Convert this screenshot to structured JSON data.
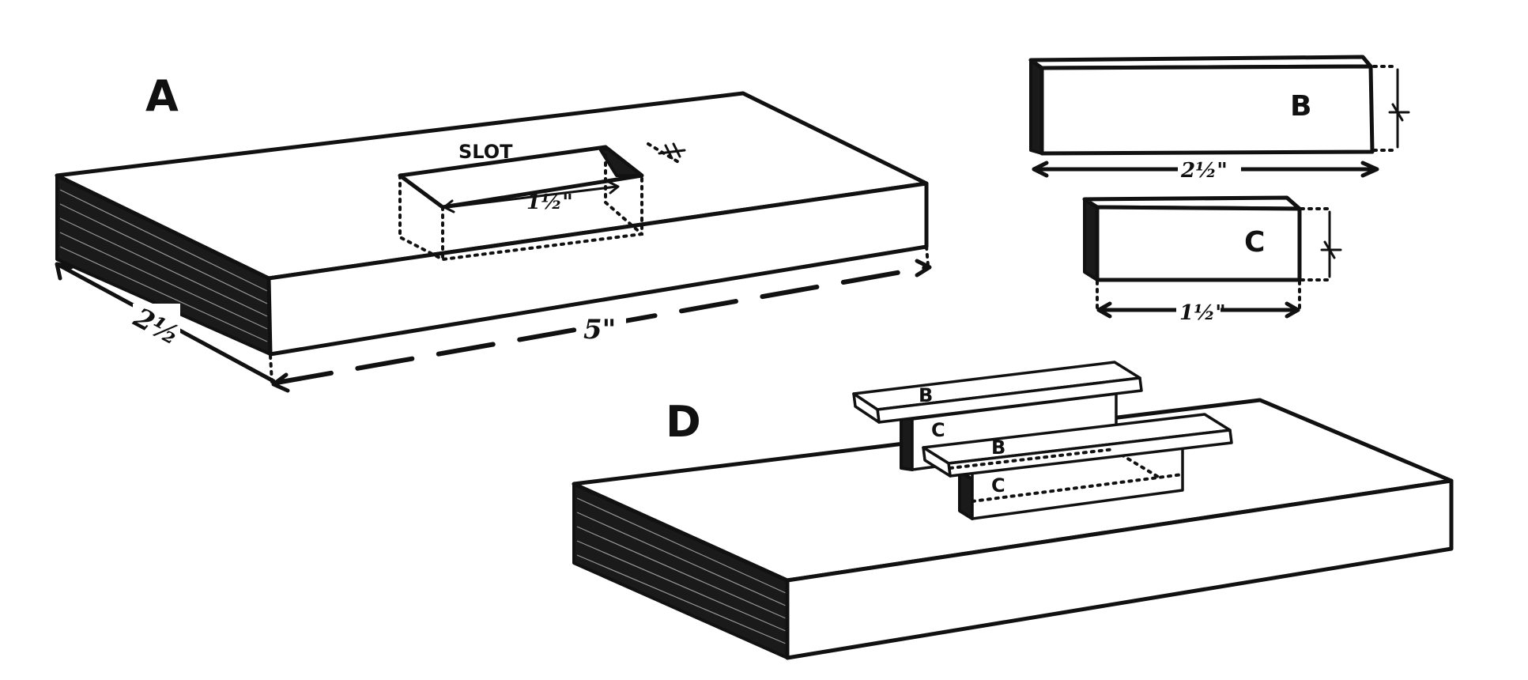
{
  "labels": {
    "a": "A",
    "b": "B",
    "c": "C",
    "d": "D",
    "slot": "SLOT",
    "b_on_d_upper": "B",
    "c_on_d_upper": "C",
    "b_on_d_lower": "B",
    "c_on_d_lower": "C"
  },
  "dimensions": {
    "a_length": "5\"",
    "a_width": "2½",
    "a_slot_length": "1½\"",
    "b_length": "2½\"",
    "c_length": "1½\""
  }
}
